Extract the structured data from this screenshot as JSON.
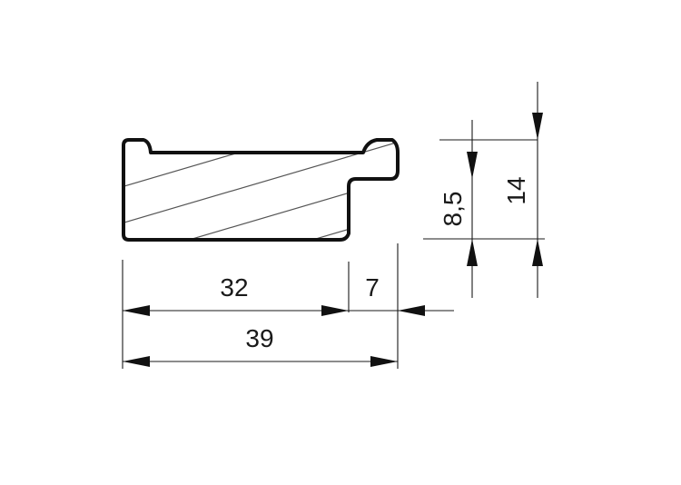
{
  "drawing": {
    "dimensions": {
      "width_left": "32",
      "width_right": "7",
      "width_total": "39",
      "height_step": "8,5",
      "height_total": "14"
    },
    "colors": {
      "line": "#111111",
      "hatch": "#555555",
      "background": "#ffffff"
    }
  }
}
